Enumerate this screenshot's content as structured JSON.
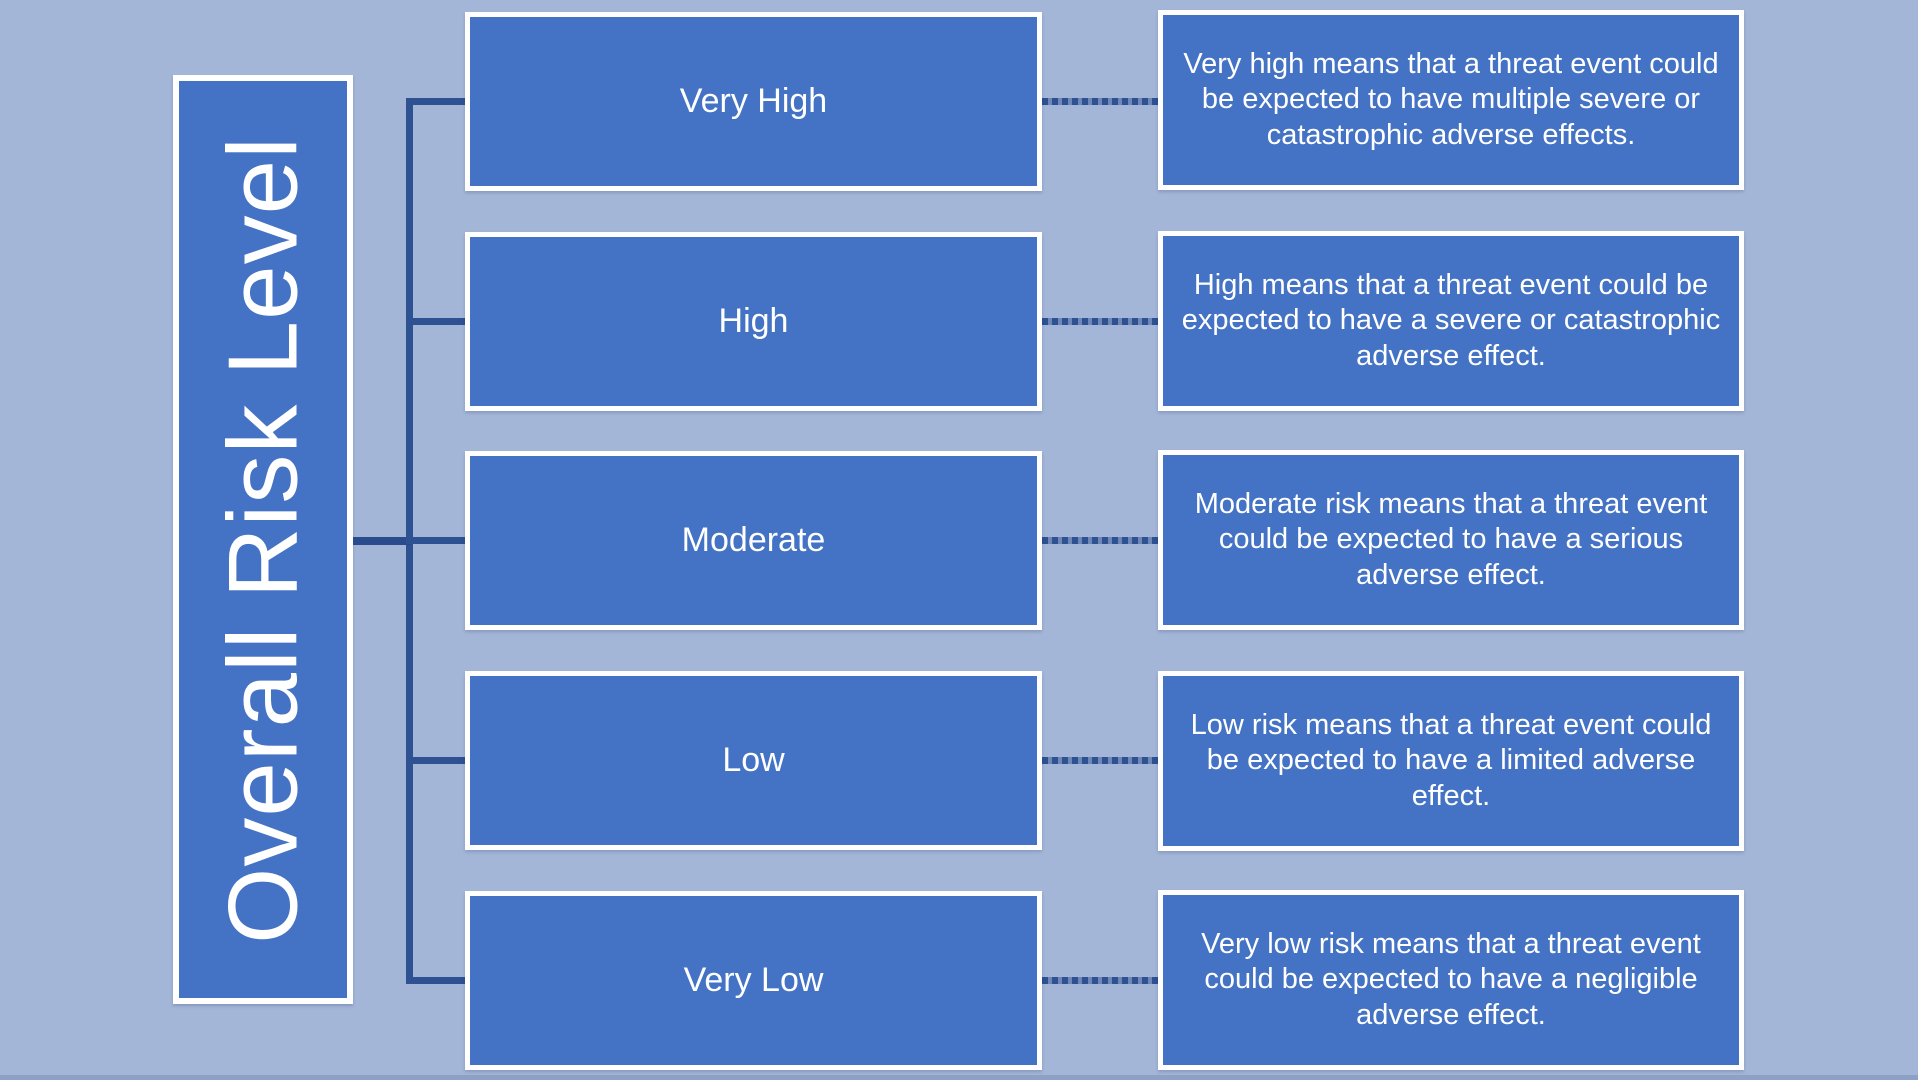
{
  "root": {
    "label": "Overall Risk Level"
  },
  "levels": [
    {
      "label": "Very High",
      "description": "Very high means that a threat event could be expected to have multiple severe or catastrophic adverse effects."
    },
    {
      "label": "High",
      "description": "High means that a threat event could be expected to have a severe or catastrophic adverse effect."
    },
    {
      "label": "Moderate",
      "description": "Moderate risk means that a threat event could be expected to have a serious adverse effect."
    },
    {
      "label": "Low",
      "description": "Low risk means that a threat event could be expected to have a limited adverse effect."
    },
    {
      "label": "Very Low",
      "description": "Very low risk means that a threat event could be expected to have a negligible adverse effect."
    }
  ],
  "colors": {
    "background": "#a4b6d8",
    "node_fill": "#4472c4",
    "node_border": "#ffffff",
    "connector": "#2e5191",
    "text": "#ffffff",
    "bottom_strip": "#8da0c5"
  }
}
